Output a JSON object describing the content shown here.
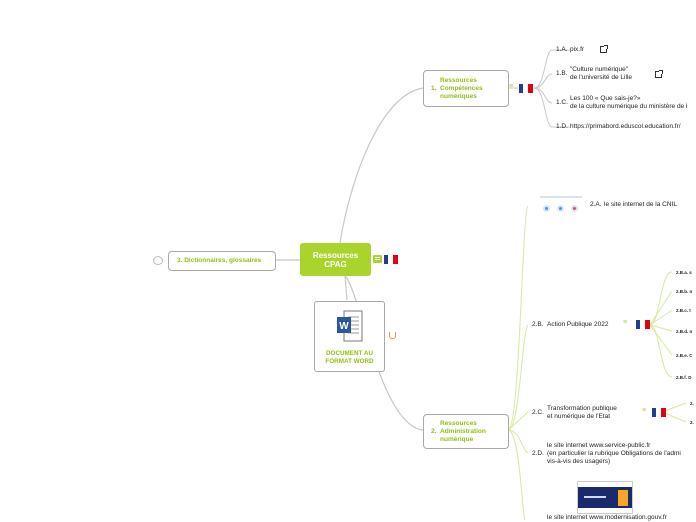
{
  "root": {
    "line1": "Ressources",
    "line2": "CPAG"
  },
  "branches": {
    "competences": {
      "num": "1.",
      "line1": "Ressources",
      "line2": "Compétences",
      "line3": "numériques"
    },
    "administration": {
      "num": "2.",
      "line1": "Ressources",
      "line2": "Administration",
      "line3": "numérique"
    },
    "dictionnaires": {
      "label": "3. Dictionnaires, glossaires"
    }
  },
  "word_doc": {
    "line1": "DOCUMENT AU",
    "line2": "FORMAT WORD",
    "icon": "word-icon"
  },
  "items_1": [
    {
      "num": "1.A.",
      "line1": "pix.fr",
      "line2": ""
    },
    {
      "num": "1.B.",
      "line1": "\"Culture numérique\"",
      "line2": "de l'université de Lille"
    },
    {
      "num": "1.C.",
      "line1": "Les 100 « Que sais-je?»",
      "line2": "de la culture numérique du ministère de l"
    },
    {
      "num": "1.D.",
      "line1": "https://primabord.eduscol.education.fr/",
      "line2": ""
    }
  ],
  "items_2": {
    "a": {
      "num": "2.A.",
      "label": "le site internet de la CNIL"
    },
    "b": {
      "num": "2.B.",
      "label": "Action Publique 2022"
    },
    "c": {
      "num": "2.C.",
      "line1": "Transformation publique",
      "line2": "et numérique de l'Etat"
    },
    "d": {
      "num": "2.D.",
      "line1": "le site internet www.service-public.fr",
      "line2": " (en particulier la rubrique Obligations de l'admi",
      "line3": "vis-à-vis des usagers)"
    },
    "e": {
      "label": "le site internet www.modernisation.gouv.fr"
    }
  },
  "sub_2b": [
    "2.B.a. s",
    "2.B.b. n",
    "2.B.c. t",
    "2.B.d. n",
    "2.B.e. C",
    "2.B.f. D"
  ],
  "sub_2c": [
    "2.",
    "2."
  ],
  "colors": {
    "accent": "#a9d42c",
    "accent_text": "#8fbf14",
    "line": "#cfe7a0",
    "flag_blue": "#1f3d99",
    "flag_red": "#e1000f"
  }
}
